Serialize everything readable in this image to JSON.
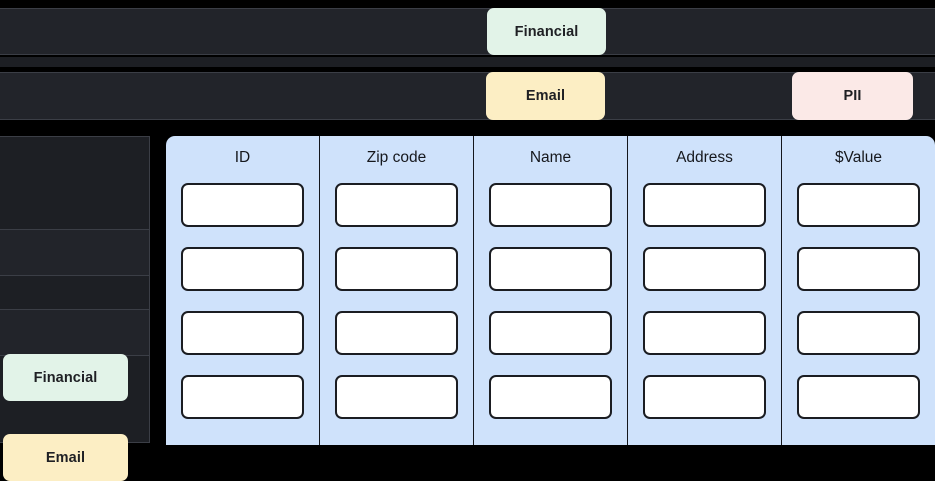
{
  "theme": {
    "page_background": "#000000",
    "panel_dark": "#22242a",
    "panel_dark_alt": "#1d1f24",
    "panel_border": "#3b3e46",
    "table_background": "#cfe2fb",
    "cell_background": "#ffffff",
    "cell_border": "#1b1d22",
    "tag_financial_bg": "#e2f3e8",
    "tag_email_bg": "#fceec4",
    "tag_pii_bg": "#fbe9e7",
    "text_dark": "#1f2024"
  },
  "tag_rows": [
    {
      "tags": [
        {
          "label": "Financial",
          "kind": "financial"
        }
      ]
    },
    {
      "tags": [
        {
          "label": "Email",
          "kind": "email"
        },
        {
          "label": "PII",
          "kind": "pii"
        }
      ]
    }
  ],
  "sidebar": {
    "items": [
      {
        "label": "Financial",
        "kind": "financial"
      },
      {
        "label": "Email",
        "kind": "email"
      }
    ]
  },
  "table": {
    "columns": [
      {
        "header": "ID",
        "cells": [
          "",
          "",
          "",
          ""
        ]
      },
      {
        "header": "Zip code",
        "cells": [
          "",
          "",
          "",
          ""
        ]
      },
      {
        "header": "Name",
        "cells": [
          "",
          "",
          "",
          ""
        ]
      },
      {
        "header": "Address",
        "cells": [
          "",
          "",
          "",
          ""
        ]
      },
      {
        "header": "$Value",
        "cells": [
          "",
          "",
          "",
          ""
        ]
      }
    ],
    "row_count": 4,
    "column_count": 5
  }
}
